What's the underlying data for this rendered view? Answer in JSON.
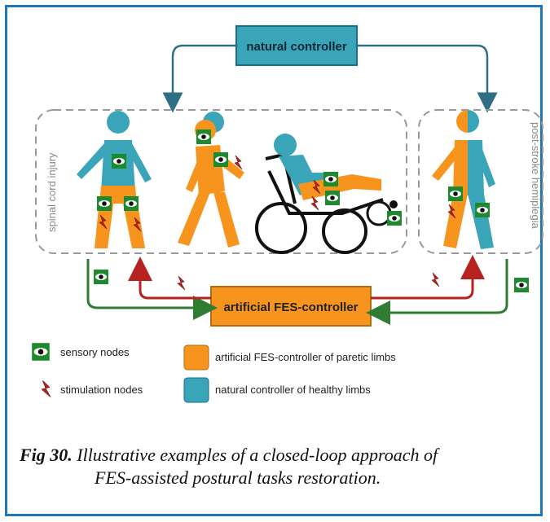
{
  "top_box": {
    "label": "natural controller"
  },
  "bottom_box": {
    "label": "artificial FES-controller"
  },
  "groups": {
    "left": {
      "label": "spinal cord injury"
    },
    "right": {
      "label": "post-stroke hemiplegia"
    }
  },
  "legend": {
    "sensory": "sensory nodes",
    "stimulation": "stimulation nodes",
    "artificial": "artificial FES-controller of paretic limbs",
    "natural": "natural controller of healthy limbs"
  },
  "caption": {
    "number": "Fig 30.",
    "line1": "Illustrative examples of a closed-loop approach of",
    "line2": "FES-assisted postural tasks restoration."
  },
  "colors": {
    "frame": "#1c78b8",
    "natural": "#3aa5b9",
    "artificial": "#f7941d",
    "sensor_green": "#1e8a2e",
    "stim_red": "#b5221f",
    "feedback_green": "#2f7d33"
  }
}
